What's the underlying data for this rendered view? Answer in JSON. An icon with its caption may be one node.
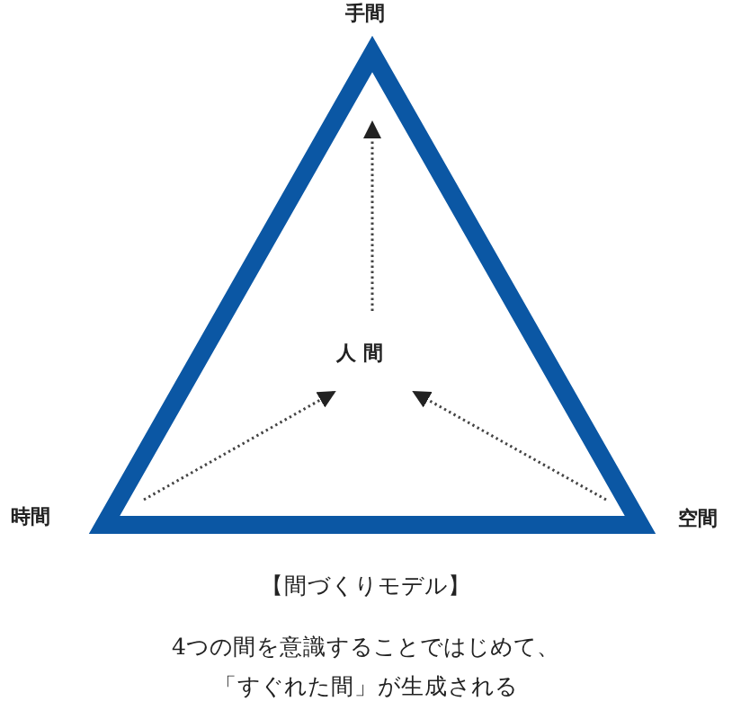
{
  "diagram": {
    "title": "【間づくりモデル】",
    "caption": "4つの間を意識することではじめて、「すぐれた間」が生成される",
    "nodes": [
      {
        "text": [
          "手間"
        ]
      },
      {
        "text": [
          "人間"
        ]
      },
      {
        "text": [
          "時間"
        ]
      },
      {
        "text": [
          "空間"
        ]
      }
    ],
    "edges": [
      {
        "from": 1,
        "to": 0,
        "arrow": "to",
        "style": "dashed"
      },
      {
        "from": 2,
        "to": 1,
        "arrow": "to",
        "style": "dashed"
      },
      {
        "from": 3,
        "to": 1,
        "arrow": "to",
        "style": "dashed"
      }
    ]
  }
}
